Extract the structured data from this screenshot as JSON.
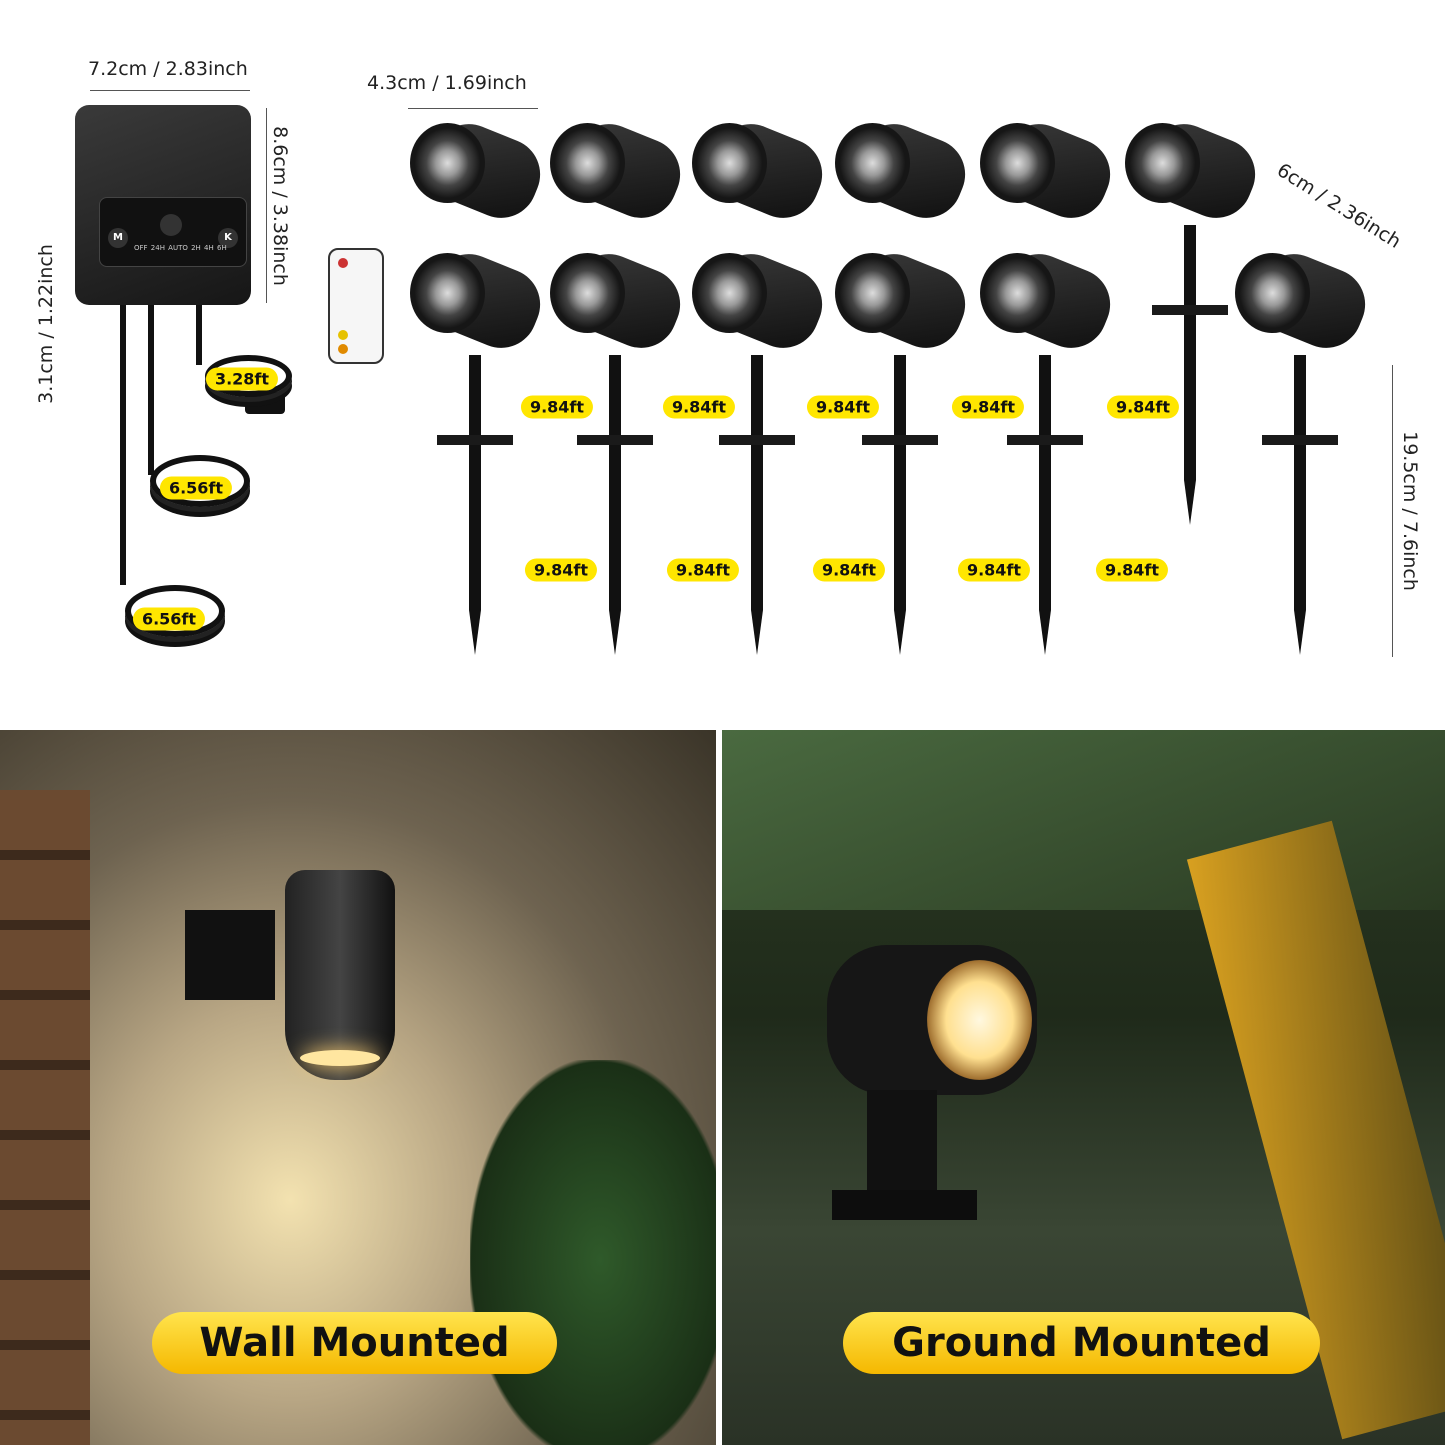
{
  "dimensions": {
    "controller_width": "7.2cm / 2.83inch",
    "controller_height": "8.6cm / 3.38inch",
    "controller_depth": "3.1cm / 1.22inch",
    "light_diameter": "4.3cm / 1.69inch",
    "light_length": "6cm / 2.36inch",
    "stake_height": "19.5cm / 7.6inch"
  },
  "controller": {
    "left_button": "M",
    "right_button": "K",
    "modes": "OFF 24H AUTO 2H 4H 6H"
  },
  "cable_labels": {
    "plug": "3.28ft",
    "controller_outputs": [
      "6.56ft",
      "6.56ft"
    ],
    "upper_row": [
      "9.84ft",
      "9.84ft",
      "9.84ft",
      "9.84ft",
      "9.84ft"
    ],
    "lower_row": [
      "9.84ft",
      "9.84ft",
      "9.84ft",
      "9.84ft",
      "9.84ft"
    ]
  },
  "photos": {
    "wall": {
      "label": "Wall Mounted"
    },
    "ground": {
      "label": "Ground Mounted"
    }
  },
  "colors": {
    "label_yellow": "#ffe600",
    "pill_yellow": "#f5c000"
  }
}
